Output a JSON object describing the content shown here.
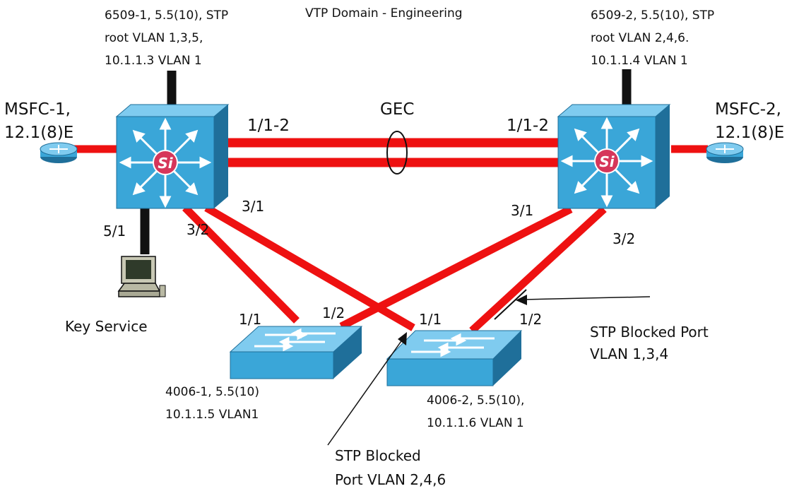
{
  "title": "VTP Domain - Engineering",
  "colors": {
    "link": "#ee1111",
    "device_fill": "#3aa6d8",
    "device_light": "#7fcbef",
    "device_dark": "#1f6f9a",
    "si_badge": "#d6365a",
    "ink": "#111111"
  },
  "switch_6509_1": {
    "line1": "6509-1, 5.5(10), STP",
    "line2": "root VLAN 1,3,5,",
    "line3": "10.1.1.3 VLAN 1",
    "badge": "Si",
    "icon": "catalyst-6509-multilayer-switch-icon"
  },
  "switch_6509_2": {
    "line1": "6509-2, 5.5(10), STP",
    "line2": "root VLAN 2,4,6.",
    "line3": "10.1.1.4 VLAN 1",
    "badge": "Si",
    "icon": "catalyst-6509-multilayer-switch-icon"
  },
  "msfc_1": {
    "line1": "MSFC-1,",
    "line2": "12.1(8)E",
    "icon": "router-icon"
  },
  "msfc_2": {
    "line1": "MSFC-2,",
    "line2": "12.1(8)E",
    "icon": "router-icon"
  },
  "gec": {
    "label": "GEC"
  },
  "ports": {
    "sw1_gec": "1/1-2",
    "sw2_gec": "1/1-2",
    "sw1_31": "3/1",
    "sw1_32": "3/2",
    "sw1_51": "5/1",
    "sw2_31": "3/1",
    "sw2_32": "3/2",
    "a_11": "1/1",
    "a_12": "1/2",
    "b_11": "1/1",
    "b_12": "1/2"
  },
  "key_service": {
    "label": "Key Service",
    "icon": "workstation-icon"
  },
  "switch_4006_1": {
    "line1": "4006-1, 5.5(10)",
    "line2": "10.1.1.5 VLAN1",
    "icon": "catalyst-4006-switch-icon"
  },
  "switch_4006_2": {
    "line1": "4006-2, 5.5(10),",
    "line2": "10.1.1.6 VLAN 1",
    "icon": "catalyst-4006-switch-icon"
  },
  "blocked_right": {
    "line1": "STP Blocked Port",
    "line2": "VLAN 1,3,4"
  },
  "blocked_bottom": {
    "line1": "STP Blocked",
    "line2": "Port VLAN 2,4,6"
  }
}
